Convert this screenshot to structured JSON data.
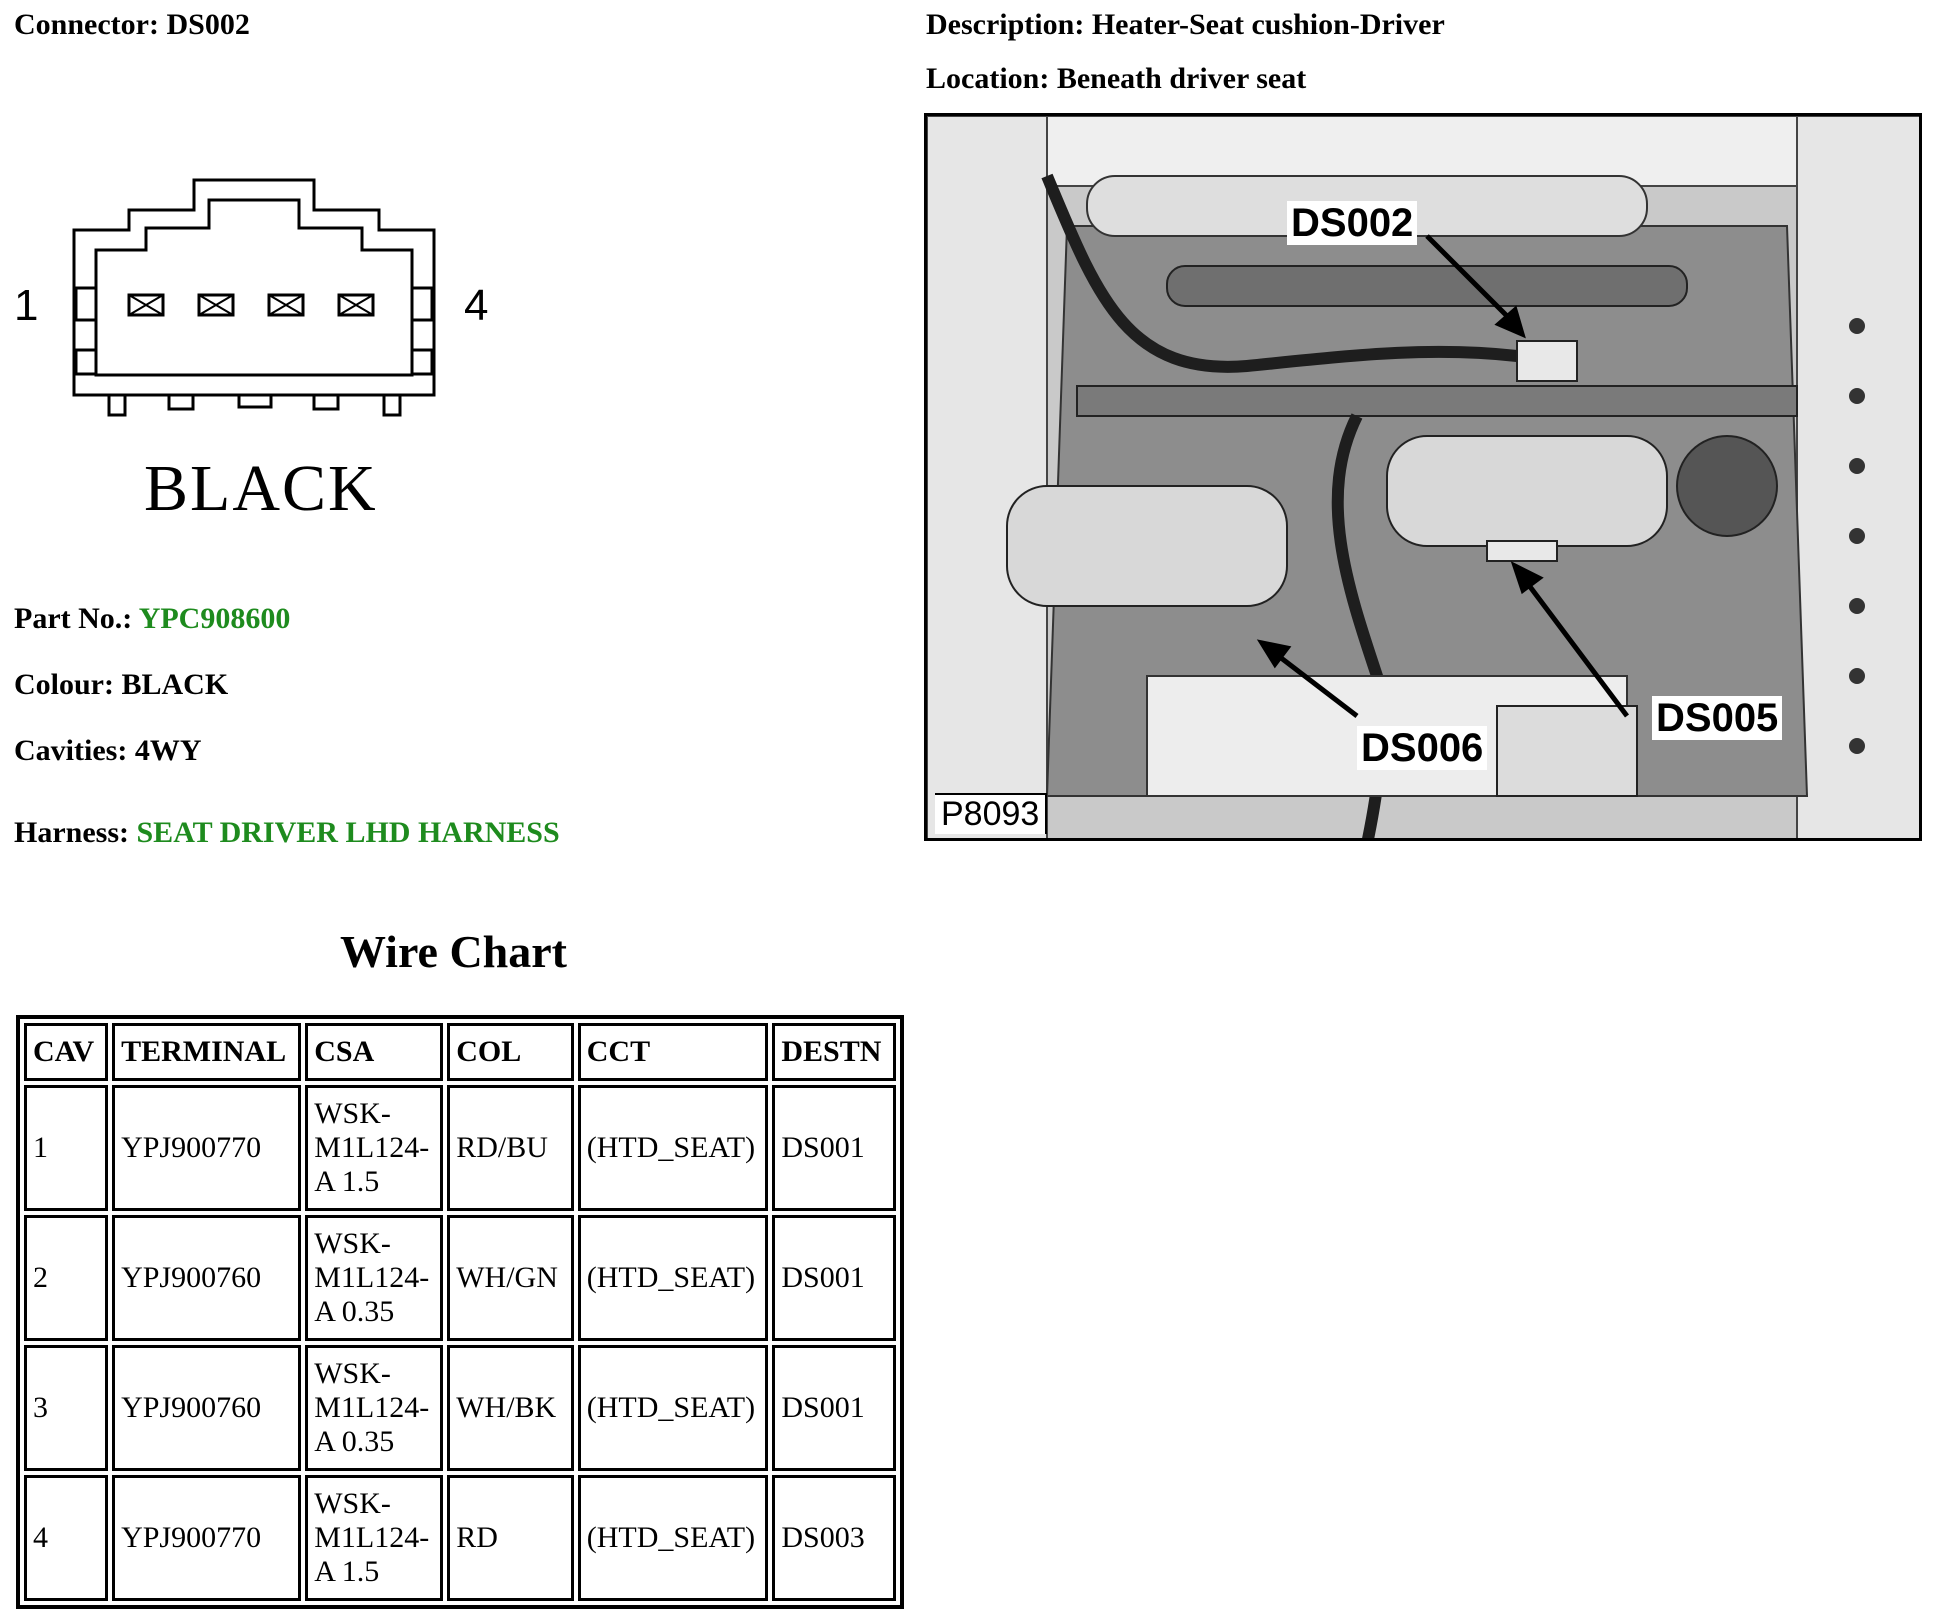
{
  "connector": {
    "label": "Connector:",
    "value": "DS002"
  },
  "description": {
    "label": "Description:",
    "value": "Heater-Seat cushion-Driver"
  },
  "location": {
    "label": "Location:",
    "value": "Beneath driver seat"
  },
  "diagram": {
    "pin_first": "1",
    "pin_last": "4",
    "colour_text": "BLACK"
  },
  "part": {
    "label": "Part No.:",
    "value": "YPC908600"
  },
  "colour": {
    "label": "Colour:",
    "value": "BLACK"
  },
  "cavities": {
    "label": "Cavities:",
    "value": "4WY"
  },
  "harness": {
    "label": "Harness:",
    "value": "SEAT DRIVER LHD HARNESS"
  },
  "photo": {
    "callouts": {
      "ds002": "DS002",
      "ds005": "DS005",
      "ds006": "DS006"
    },
    "id": "P8093"
  },
  "wire_chart": {
    "title": "Wire Chart",
    "headers": [
      "CAV",
      "TERMINAL",
      "CSA",
      "COL",
      "CCT",
      "DESTN"
    ],
    "rows": [
      {
        "cav": "1",
        "terminal": "YPJ900770",
        "csa_1": "WSK-",
        "csa_2": "M1L124-",
        "csa_3": "A 1.5",
        "col": "RD/BU",
        "cct": "(HTD_SEAT)",
        "destn": "DS001"
      },
      {
        "cav": "2",
        "terminal": "YPJ900760",
        "csa_1": "WSK-",
        "csa_2": "M1L124-",
        "csa_3": "A 0.35",
        "col": "WH/GN",
        "cct": "(HTD_SEAT)",
        "destn": "DS001"
      },
      {
        "cav": "3",
        "terminal": "YPJ900760",
        "csa_1": "WSK-",
        "csa_2": "M1L124-",
        "csa_3": "A 0.35",
        "col": "WH/BK",
        "cct": "(HTD_SEAT)",
        "destn": "DS001"
      },
      {
        "cav": "4",
        "terminal": "YPJ900770",
        "csa_1": "WSK-",
        "csa_2": "M1L124-",
        "csa_3": "A 1.5",
        "col": "RD",
        "cct": "(HTD_SEAT)",
        "destn": "DS003"
      }
    ]
  },
  "colors": {
    "link_green": "#1e8b1e"
  }
}
